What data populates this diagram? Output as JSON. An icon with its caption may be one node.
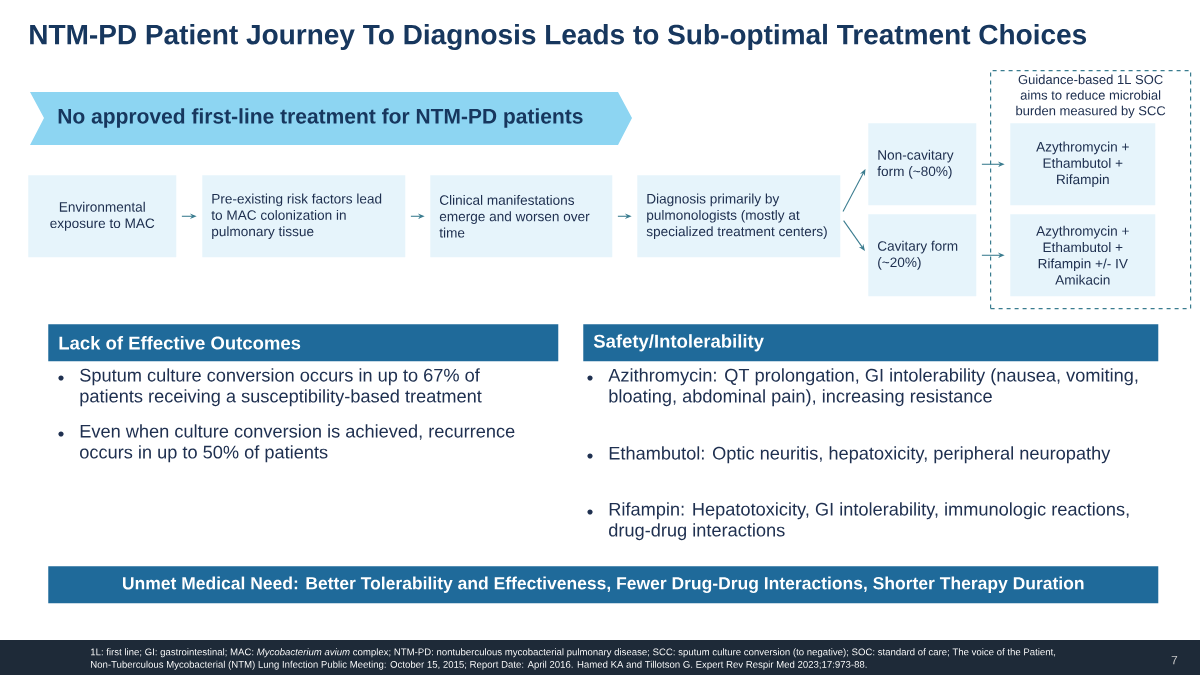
{
  "diagram": {
    "title": "NTM-PD Patient Journey To Diagnosis Leads to Sub-optimal Treatment Choices",
    "nodes": [
      {
        "text": [
          "No approved first-line treatment for NTM-PD patients"
        ]
      },
      {
        "text": [
          "Environmental exposure to MAC"
        ]
      },
      {
        "text": [
          "Pre-existing risk factors lead to MAC colonization in pulmonary tissue"
        ]
      },
      {
        "text": [
          "Clinical manifestations emerge and worsen over time"
        ]
      },
      {
        "text": [
          "Diagnosis primarily by pulmonologists (mostly at specialized treatment centers)"
        ]
      },
      {
        "text": [
          "Non-cavitary form (~80%)"
        ]
      },
      {
        "text": [
          "Cavitary form (~20%)"
        ]
      },
      {
        "text": [
          "Guidance-based 1L SOC aims to reduce microbial burden measured by SCC"
        ]
      },
      {
        "text": [
          "Azythromycin + Ethambutol + Rifampin"
        ],
        "in": 7
      },
      {
        "text": [
          "Azythromycin + Ethambutol + Rifampin +/- IV Amikacin"
        ],
        "in": 7
      },
      {
        "text": [
          "Lack of Effective Outcomes"
        ]
      },
      {
        "text": [
          "Safety/Intolerability"
        ]
      },
      {
        "text": [
          "Unmet Medical Need: Better Tolerability and Effectiveness, Fewer Drug-Drug Interactions, Shorter Therapy Duration"
        ]
      }
    ],
    "edges": [
      {
        "from": 1,
        "to": 2,
        "arrow": "to"
      },
      {
        "from": 2,
        "to": 3,
        "arrow": "to"
      },
      {
        "from": 3,
        "to": 4,
        "arrow": "to"
      },
      {
        "from": 4,
        "to": 5,
        "arrow": "to"
      },
      {
        "from": 4,
        "to": 6,
        "arrow": "to"
      },
      {
        "from": 5,
        "to": 8,
        "arrow": "to"
      },
      {
        "from": 6,
        "to": 9,
        "arrow": "to"
      }
    ],
    "labels": [
      "Sputum culture conversion occurs in up to 67% of patients receiving a susceptibility-based treatment",
      "Even when culture conversion is achieved, recurrence occurs in up to 50% of patients",
      "Azithromycin: QT prolongation, GI intolerability (nausea, vomiting, bloating, abdominal pain), increasing resistance",
      "Ethambutol: Optic neuritis, hepatoxicity, peripheral neuropathy",
      "Rifampin: Hepatotoxicity, GI intolerability, immunologic reactions, drug-drug interactions",
      "1L: first line; GI: gastrointestinal; MAC: *Mycobacterium avium* complex; NTM-PD: nontuberculous mycobacterial pulmonary disease; SCC: sputum culture conversion (to negative); SOC: standard of care; The voice of the Patient, Non-Tuberculous Mycobacterial (NTM) Lung Infection Public Meeting: October 15, 2015; Report Date: April 2016. Hamed KA and Tillotson G. Expert Rev Respir Med 2023;17:973-88.",
      "7"
    ]
  }
}
